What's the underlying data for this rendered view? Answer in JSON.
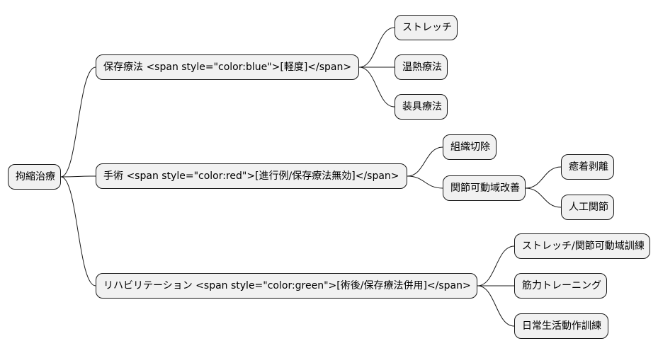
{
  "mindmap": {
    "root": {
      "label": "拘縮治療",
      "children": [
        {
          "label": "保存療法 <span style=\"color:blue\">[軽度]</span>",
          "children": [
            {
              "label": "ストレッチ"
            },
            {
              "label": "温熱療法"
            },
            {
              "label": "装具療法"
            }
          ]
        },
        {
          "label": "手術 <span style=\"color:red\">[進行例/保存療法無効]</span>",
          "children": [
            {
              "label": "組織切除"
            },
            {
              "label": "関節可動域改善",
              "children": [
                {
                  "label": "癒着剥離"
                },
                {
                  "label": "人工関節"
                }
              ]
            }
          ]
        },
        {
          "label": "リハビリテーション <span style=\"color:green\">[術後/保存療法併用]</span>",
          "children": [
            {
              "label": "ストレッチ/関節可動域訓練"
            },
            {
              "label": "筋力トレーニング"
            },
            {
              "label": "日常生活動作訓練"
            }
          ]
        }
      ]
    }
  }
}
